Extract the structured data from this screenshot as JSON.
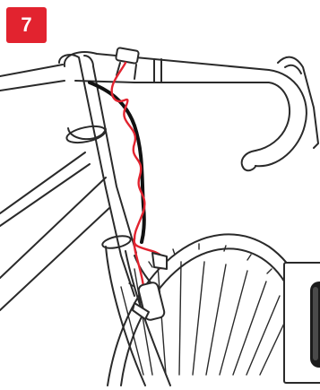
{
  "step": {
    "number": "7"
  },
  "colors": {
    "badge": "#e2232f",
    "outline": "#2a2a2a",
    "cable_black": "#111111",
    "cable_red": "#e2232f"
  },
  "illustration": {
    "subject": "road-bike-front-with-cable-routing",
    "inset": "sensor-closeup"
  }
}
